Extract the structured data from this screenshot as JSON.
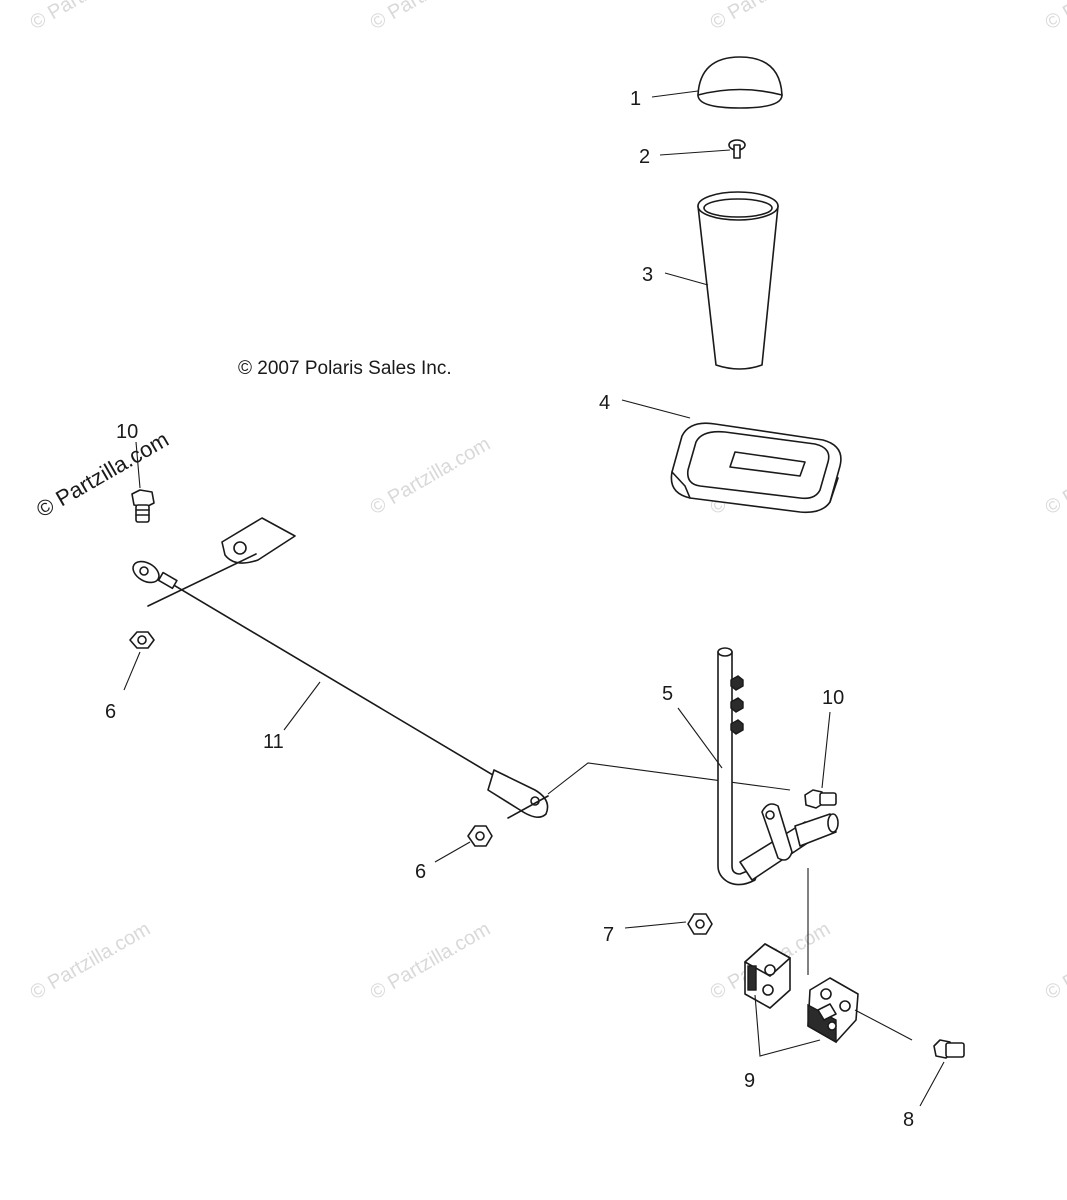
{
  "copyright": "© 2007 Polaris Sales Inc.",
  "watermark": "© Partzilla.com",
  "callouts": {
    "knob_cap": "1",
    "knob_screw": "2",
    "knob": "3",
    "boot": "4",
    "shift_lever": "5",
    "nut_upper": "6",
    "nut_lower": "6",
    "nut_7": "7",
    "bolt_8": "8",
    "bushing": "9",
    "bolt_upper": "10",
    "bolt_lower": "10",
    "rod": "11"
  }
}
